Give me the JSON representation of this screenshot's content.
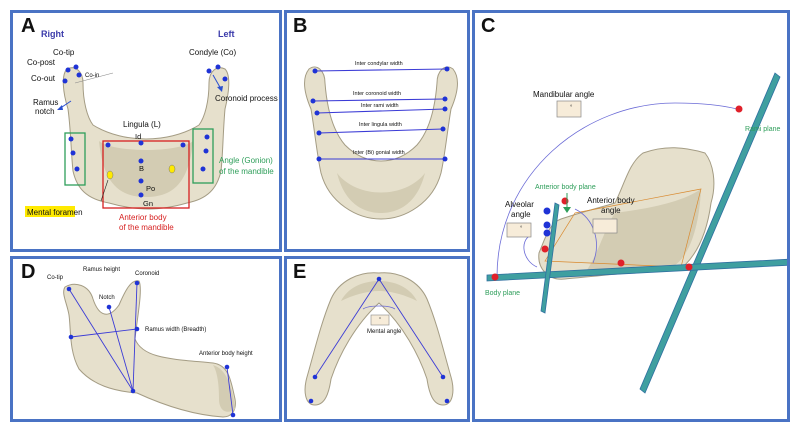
{
  "panels": {
    "A": {
      "label": "A",
      "side_right": "Right",
      "side_left": "Left",
      "co_tip": "Co-tip",
      "co_post": "Co-post",
      "co_out": "Co-out",
      "co_in": "Co-in",
      "condyle": "Condyle (Co)",
      "coronoid_process": "Coronoid process",
      "ramus": "Ramus",
      "notch": "notch",
      "lingula": "Lingula (L)",
      "id": "Id",
      "b": "B",
      "po": "Po",
      "gn": "Gn",
      "angle_line1": "Angle (Gonion)",
      "angle_line2": "of the mandible",
      "mental_foramen": "Mental foramen",
      "anterior_line1": "Anterior body",
      "anterior_line2": "of the mandible"
    },
    "B": {
      "label": "B",
      "inter_condylar": "Inter condylar width",
      "inter_coronoid": "Inter coronoid width",
      "inter_rami": "Inter rami width",
      "inter_lingula": "Inter lingula width",
      "inter_gonial": "Inter (Bi) gonial width"
    },
    "C": {
      "label": "C",
      "mandibular_angle": "Mandibular angle",
      "rami_plane": "Rami plane",
      "anterior_body_plane": "Anterior body plane",
      "alveolar_line1": "Alveolar",
      "alveolar_line2": "angle",
      "ant_angle_line1": "Anterior body",
      "ant_angle_line2": "angle",
      "body_plane": "Body plane",
      "box_mark": "°"
    },
    "D": {
      "label": "D",
      "co_tip": "Co-tip",
      "ramus_height": "Ramus height",
      "coronoid": "Coronoid",
      "notch": "Notch",
      "ramus_width": "Ramus width (Breadth)",
      "anterior_height": "Anterior body height"
    },
    "E": {
      "label": "E",
      "mental_angle": "Mental angle",
      "box_mark": "°"
    }
  },
  "colors": {
    "border": "#4a73c4",
    "bone": "#e6e0cc",
    "bone_edge": "#a49c84",
    "landmark": "#1f33d6",
    "line": "#3b3bd6",
    "side_label": "#3a3aaa",
    "green": "#2e9e5a",
    "red": "#d62020",
    "highlight": "#ffea00",
    "plane_teal": "#3f9fa0",
    "point_red": "#e0202a"
  }
}
